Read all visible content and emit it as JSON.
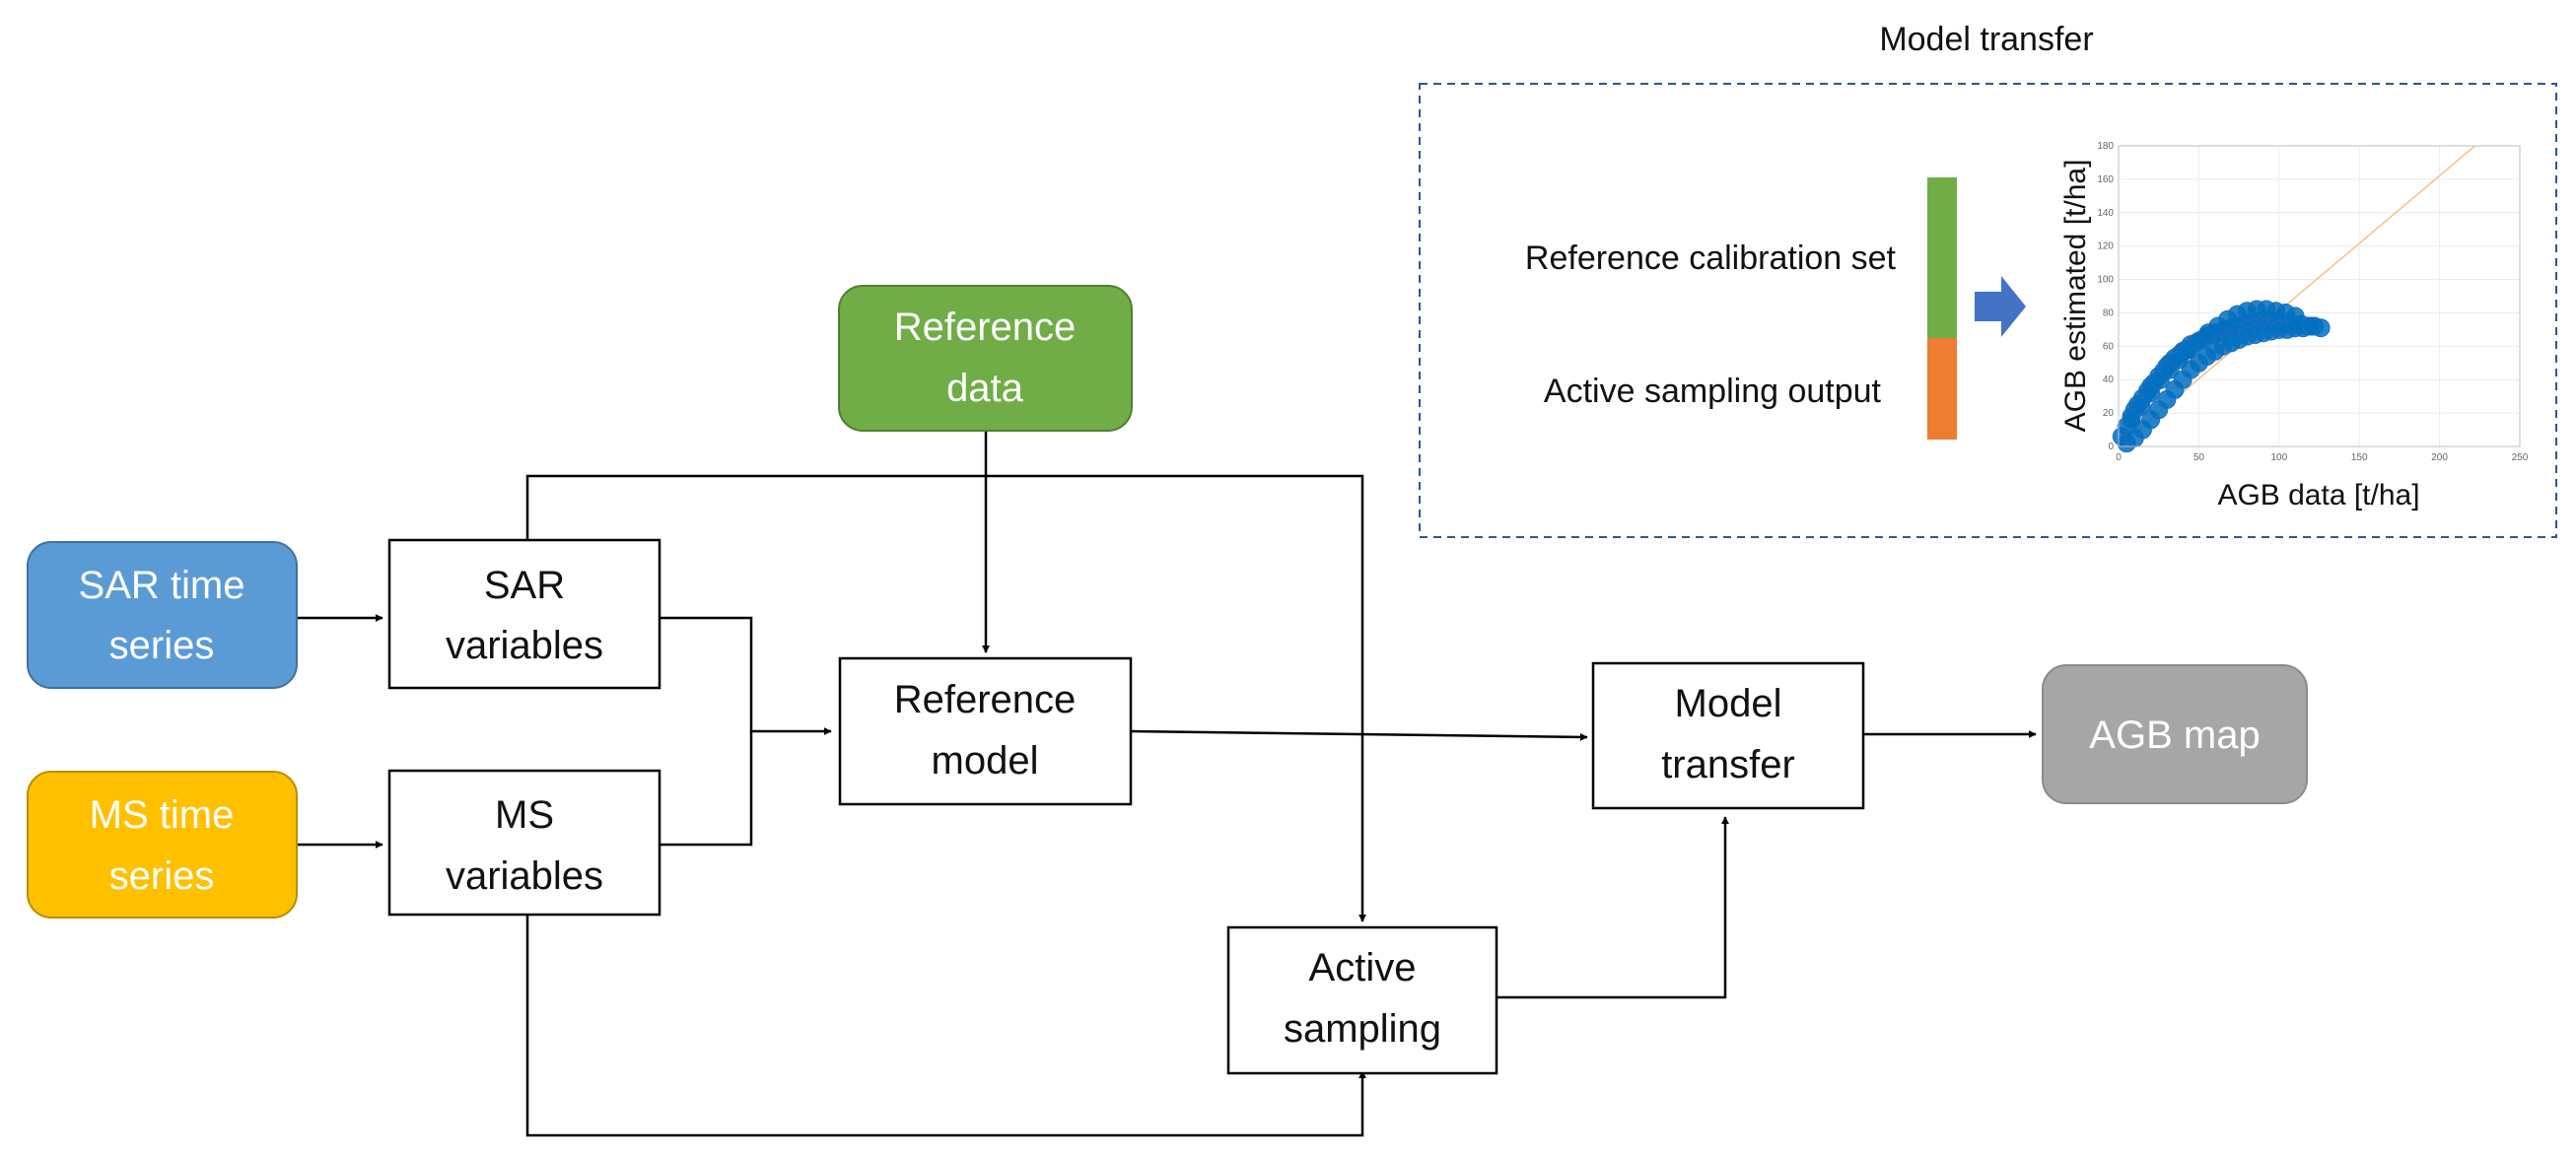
{
  "colors": {
    "sar": "#5b9bd5",
    "ms": "#ffc000",
    "reference": "#70ad47",
    "agb_map": "#a6a6a6",
    "calibration": "#70ad47",
    "active_output": "#ed7d31",
    "arrow_icon": "#4472c4",
    "scatter": "#0070c0",
    "panel_border": "#2f5597"
  },
  "nodes": {
    "sar_ts": "SAR time series",
    "ms_ts": "MS time series",
    "sar_vars": "SAR variables",
    "ms_vars": "MS variables",
    "ref_data": "Reference data",
    "ref_model": "Reference model",
    "active_sampling": "Active sampling",
    "model_transfer": "Model transfer",
    "agb_map": "AGB map"
  },
  "inset": {
    "title": "Model transfer",
    "calibration_label": "Reference calibration set",
    "active_label": "Active sampling output",
    "arrow_icon": "right-arrow-icon"
  },
  "chart_data": {
    "type": "scatter",
    "xlabel": "AGB data [t/ha]",
    "ylabel": "AGB estimated [t/ha]",
    "xlim": [
      0,
      250
    ],
    "ylim": [
      0,
      180
    ],
    "xticks": [
      0,
      50,
      100,
      150,
      200,
      250
    ],
    "yticks": [
      0,
      20,
      40,
      60,
      80,
      100,
      120,
      140,
      160,
      180
    ],
    "grid": true,
    "reference_line": [
      [
        0,
        0
      ],
      [
        222,
        180
      ]
    ],
    "series": [
      {
        "x": [
          2,
          5,
          8,
          10,
          12,
          15,
          18,
          20,
          22,
          25,
          28,
          30,
          32,
          35,
          38,
          40,
          42,
          45,
          48,
          50,
          52,
          55,
          58,
          60,
          62,
          65,
          68,
          70,
          72,
          75,
          78,
          80,
          82,
          85,
          88,
          90,
          92,
          95,
          98,
          100,
          103,
          106,
          110,
          114,
          118,
          122,
          126,
          5,
          10,
          15,
          20,
          25,
          30,
          35,
          40,
          45,
          50,
          55,
          60,
          65,
          70,
          75,
          80,
          85,
          90,
          95,
          100,
          105,
          110,
          115,
          120,
          8,
          14,
          20,
          26,
          32,
          38,
          44,
          50,
          56,
          62,
          68,
          74,
          80,
          86,
          92,
          98,
          104,
          110
        ],
        "y": [
          6,
          12,
          18,
          22,
          25,
          29,
          33,
          36,
          38,
          42,
          45,
          48,
          50,
          53,
          55,
          57,
          58,
          61,
          62,
          63,
          64,
          66,
          67,
          68,
          68,
          69,
          70,
          71,
          71,
          72,
          73,
          73,
          74,
          74,
          75,
          75,
          76,
          75,
          75,
          75,
          74,
          74,
          73,
          73,
          72,
          72,
          71,
          2,
          5,
          10,
          16,
          22,
          28,
          34,
          40,
          46,
          50,
          54,
          57,
          60,
          62,
          64,
          66,
          67,
          68,
          69,
          70,
          70,
          71,
          71,
          72,
          16,
          24,
          32,
          40,
          46,
          52,
          58,
          63,
          68,
          72,
          76,
          79,
          81,
          82,
          82,
          81,
          80,
          78
        ]
      }
    ]
  }
}
